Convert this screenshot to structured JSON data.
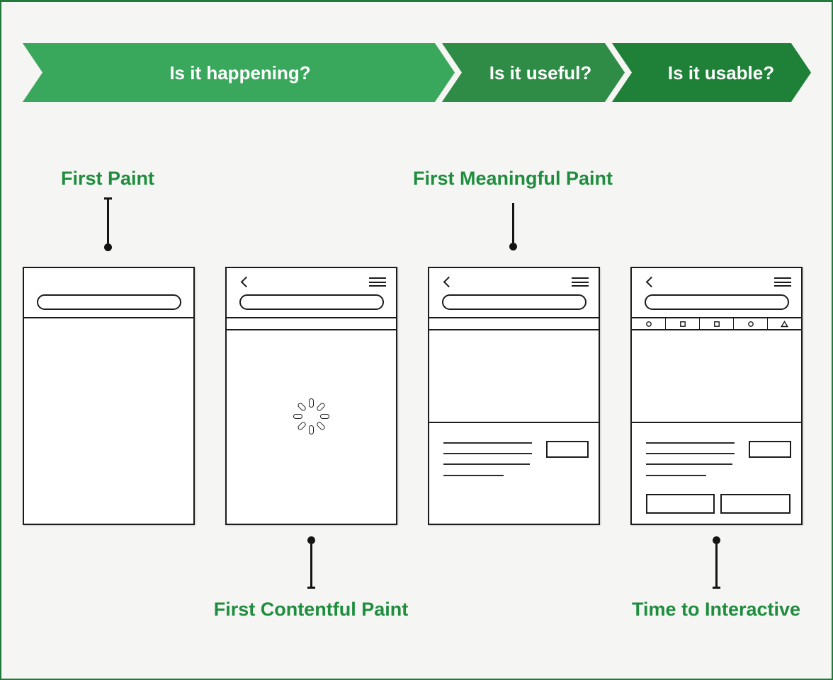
{
  "theme": {
    "background": "#f5f5f3",
    "frame_border": "#217a3c",
    "label_green": "#1e8d3e",
    "wireframe_ink": "#1b1b1b",
    "connector_ink": "#141414"
  },
  "banner": {
    "text_color": "#ffffff",
    "segments": [
      {
        "label": "Is it happening?",
        "color": "#3aa85c"
      },
      {
        "label": "Is it useful?",
        "color": "#2e8c46"
      },
      {
        "label": "Is it usable?",
        "color": "#1f8138"
      }
    ]
  },
  "labels": {
    "first_paint": "First Paint",
    "first_contentful_paint": "First Contentful Paint",
    "first_meaningful_paint": "First Meaningful Paint",
    "time_to_interactive": "Time to Interactive"
  },
  "phones": [
    {
      "metric": "First Paint",
      "header_icons": [],
      "body": "blank"
    },
    {
      "metric": "First Contentful Paint",
      "header_icons": [
        "back-icon",
        "menu-icon"
      ],
      "body": "loading-spinner"
    },
    {
      "metric": "First Meaningful Paint",
      "header_icons": [
        "back-icon",
        "menu-icon"
      ],
      "body": "hero-and-text-skeleton"
    },
    {
      "metric": "Time to Interactive",
      "header_icons": [
        "back-icon",
        "menu-icon"
      ],
      "toolbar_icons": [
        "circle",
        "square",
        "square",
        "circle",
        "triangle"
      ],
      "body": "full-skeleton-with-buttons"
    }
  ]
}
